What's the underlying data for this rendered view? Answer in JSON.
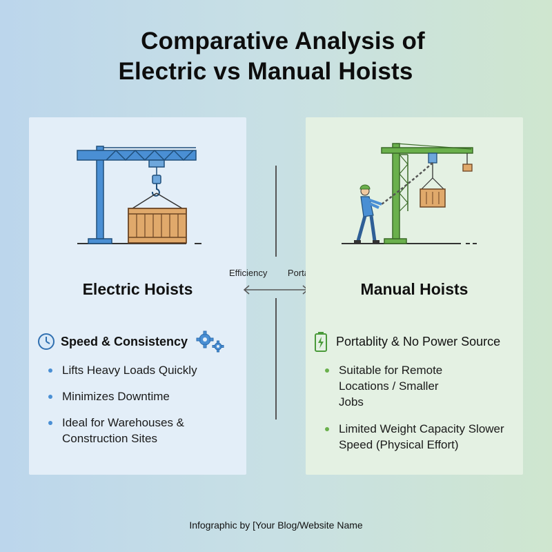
{
  "title": {
    "line1": "Comparative Analysis of",
    "line2": "Electric vs Manual Hoists"
  },
  "center": {
    "label_left": "Efficiency",
    "label_right": "Portability"
  },
  "electric": {
    "heading": "Electric Hoists",
    "feature": "Speed & Consistency",
    "bullets": [
      "Lifts Heavy Loads Quickly",
      "Minimizes Downtime",
      "Ideal for Warehouses & Construction Sites"
    ],
    "accent": "#4a8fd4"
  },
  "manual": {
    "heading": "Manual Hoists",
    "feature": "Portablity & No Power Source",
    "bullets": [
      "Suitable for Remote Locations / Smaller Jobs",
      "Limited Weight Capacity Slower Speed (Physical Effort)"
    ],
    "accent": "#6ab04c"
  },
  "footer": "Infographic by [Your Blog/Website Name"
}
